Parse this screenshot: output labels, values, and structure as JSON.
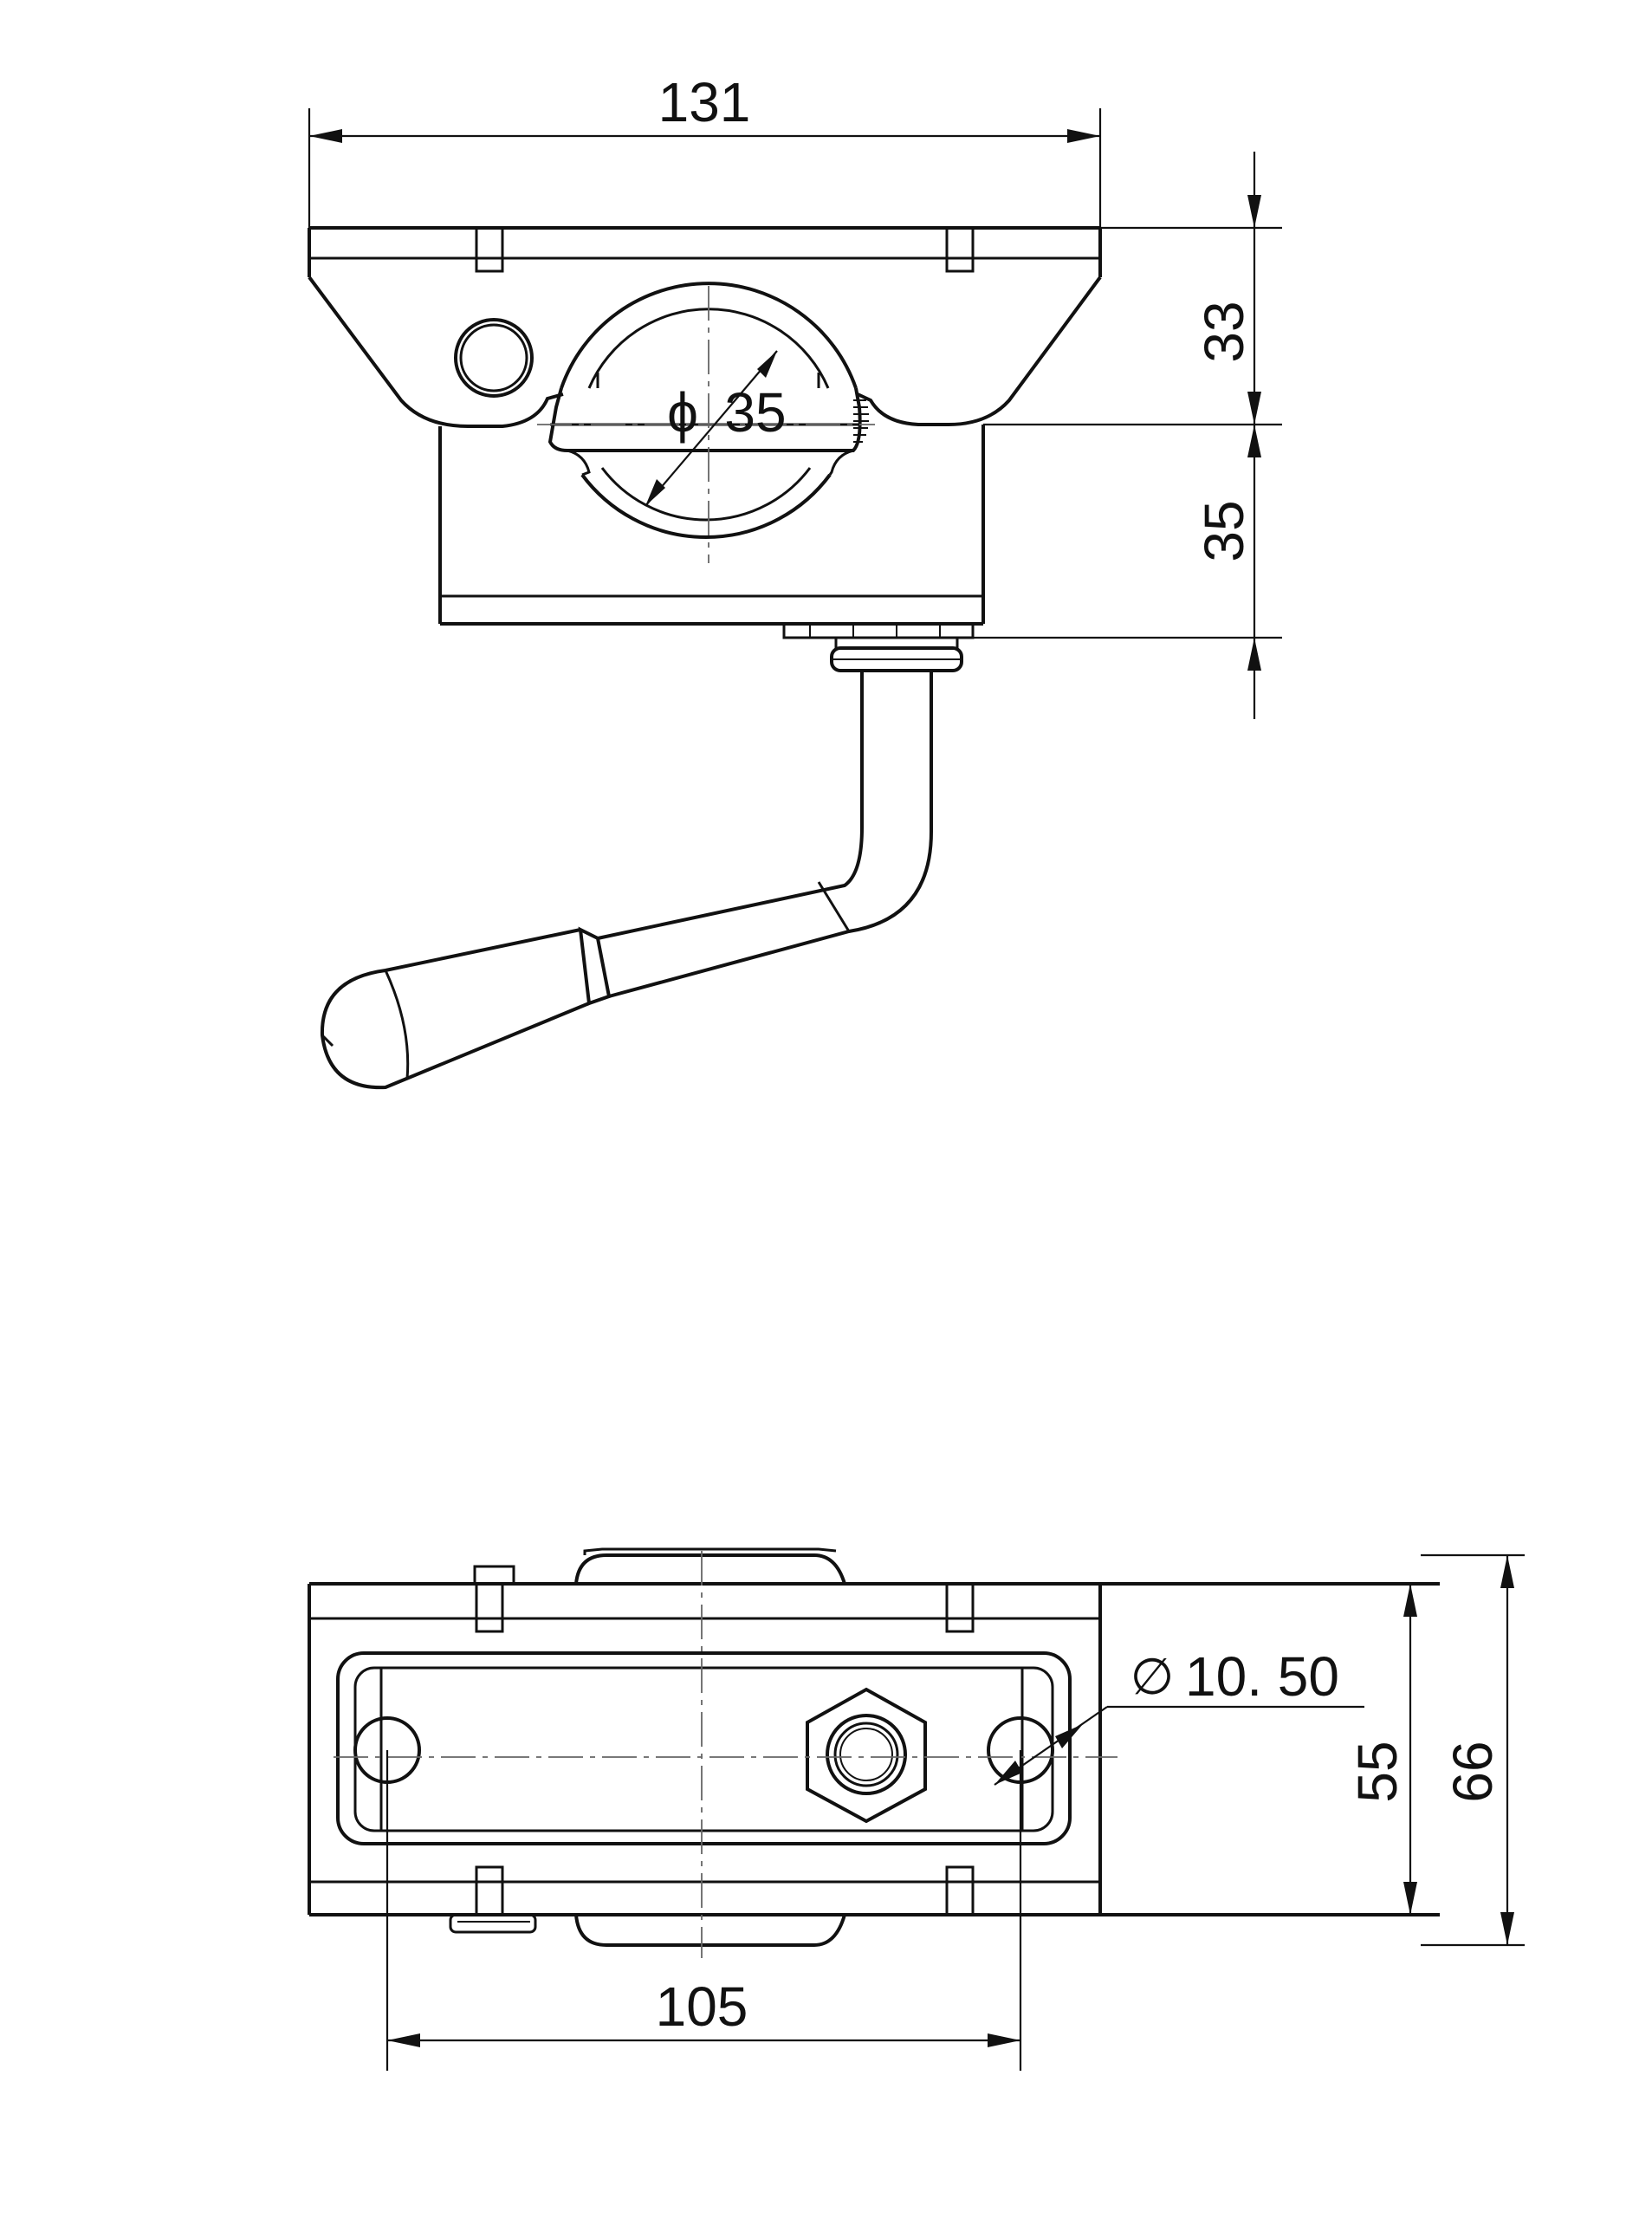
{
  "dimensions": {
    "top_width": "131",
    "top_height_upper": "33",
    "top_height_lower": "35",
    "clamp_diameter": "35",
    "bottom_hole_spacing": "105",
    "bottom_width_inner": "55",
    "bottom_width_outer": "66",
    "hole_diameter": "10. 50"
  },
  "symbols": {
    "diameter_top": "ϕ",
    "diameter_bottom": "∅"
  }
}
